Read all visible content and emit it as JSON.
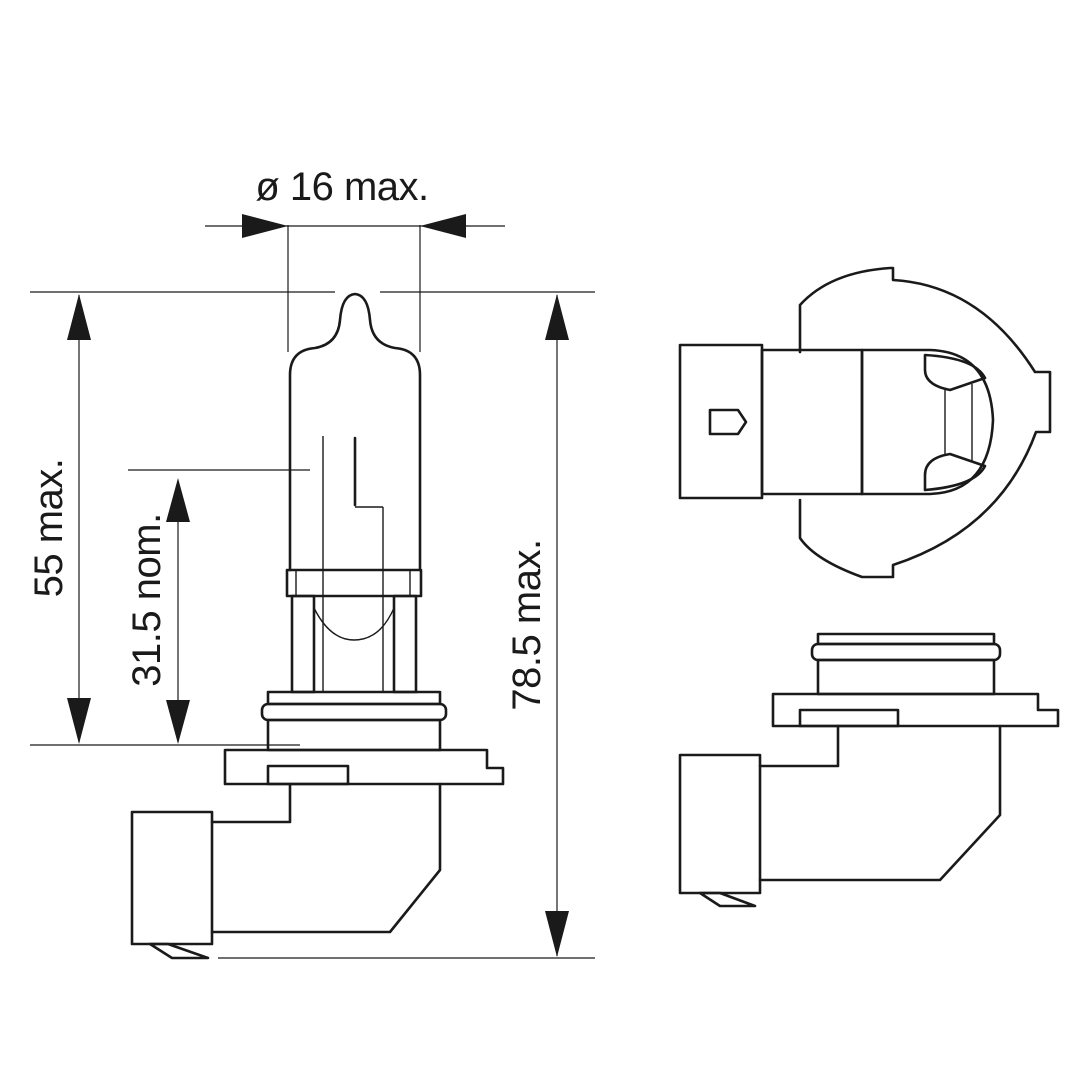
{
  "dimensions": {
    "diameter": "ø 16 max.",
    "height_55": "55 max.",
    "height_31_5": "31.5 nom.",
    "height_78_5": "78.5 max."
  },
  "colors": {
    "line": "#1a1a1a",
    "background": "#ffffff"
  }
}
